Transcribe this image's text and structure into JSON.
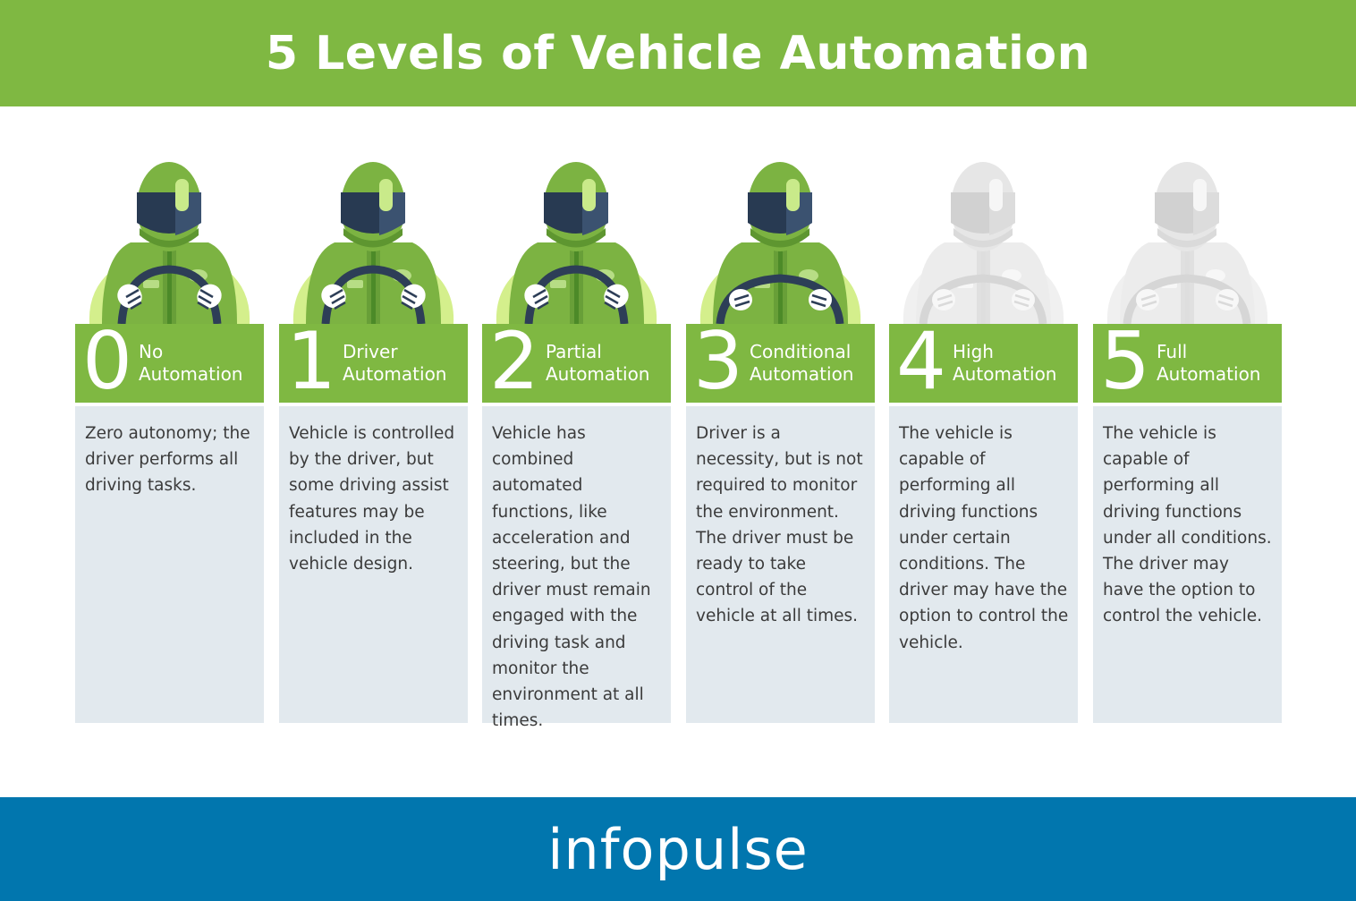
{
  "title": "5 Levels of Vehicle Automation",
  "brand": "infopulse",
  "colors": {
    "green": "#7fb842",
    "blue": "#0176ae",
    "box": "#e2e9ee",
    "inactive_figure": "#e6e6e6"
  },
  "levels": [
    {
      "number": "0",
      "title": "No Automation",
      "description": "Zero autonomy; the driver performs all driving tasks.",
      "active": true,
      "hands_on_wheel": true
    },
    {
      "number": "1",
      "title": "Driver Automation",
      "description": "Vehicle is controlled by the driver, but some driving assist features may be included in the vehicle design.",
      "active": true,
      "hands_on_wheel": true
    },
    {
      "number": "2",
      "title": "Partial Automation",
      "description": "Vehicle has combined automated functions, like acceleration and steering, but the driver must remain engaged with the driving task and monitor the environment at all times.",
      "active": true,
      "hands_on_wheel": true
    },
    {
      "number": "3",
      "title": "Conditional Automation",
      "description": "Driver is a necessity, but is not required to monitor the environment. The driver must be ready to take control of the vehicle at all times.",
      "active": true,
      "hands_on_wheel": false
    },
    {
      "number": "4",
      "title": "High Automation",
      "description": "The vehicle is capable of performing all driving functions under certain conditions. The driver may have the option to control the vehicle.",
      "active": false,
      "hands_on_wheel": false
    },
    {
      "number": "5",
      "title": "Full Automation",
      "description": "The vehicle is capable of performing all driving functions under all conditions. The driver may have the option to control the vehicle.",
      "active": false,
      "hands_on_wheel": false
    }
  ]
}
